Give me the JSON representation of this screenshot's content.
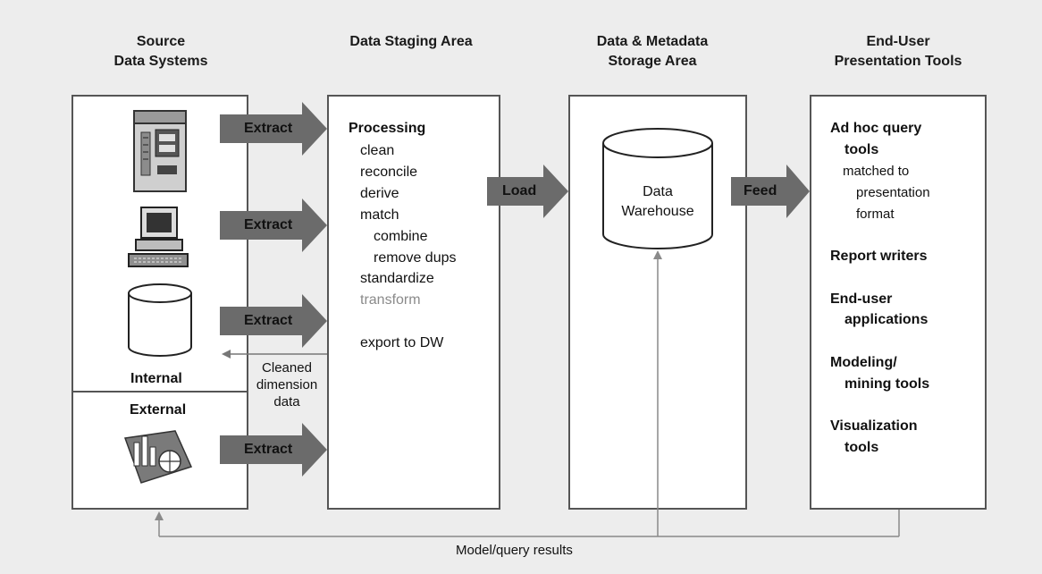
{
  "headers": {
    "source": "Source\nData Systems",
    "staging": "Data Staging Area",
    "storage": "Data & Metadata\nStorage Area",
    "presentation": "End-User\nPresentation Tools"
  },
  "source_panel": {
    "internal_label": "Internal",
    "external_label": "External"
  },
  "arrows": {
    "extract_1": "Extract",
    "extract_2": "Extract",
    "extract_3": "Extract",
    "extract_4": "Extract",
    "load": "Load",
    "feed": "Feed"
  },
  "staging_panel": {
    "title": "Processing",
    "steps": [
      "clean",
      "reconcile",
      "derive",
      "match"
    ],
    "substeps": [
      "combine",
      "remove dups"
    ],
    "standardize": "standardize",
    "transform": "transform",
    "export": "export to DW"
  },
  "cleaned_label": "Cleaned\ndimension\ndata",
  "storage_panel": {
    "db_label": "Data\nWarehouse"
  },
  "presentation_panel": {
    "adhoc_title_1": "Ad hoc query",
    "adhoc_title_2": "tools",
    "adhoc_sub_1": "matched to",
    "adhoc_sub_2": "presentation",
    "adhoc_sub_3": "format",
    "report_writers": "Report writers",
    "enduser_1": "End-user",
    "enduser_2": "applications",
    "modeling_1": "Modeling/",
    "modeling_2": "mining tools",
    "visualization_1": "Visualization",
    "visualization_2": "tools"
  },
  "feedback_label": "Model/query results",
  "colors": {
    "background": "#ededed",
    "panel": "#ffffff",
    "arrow": "#6b6b6b",
    "line": "#8a8a8a"
  }
}
